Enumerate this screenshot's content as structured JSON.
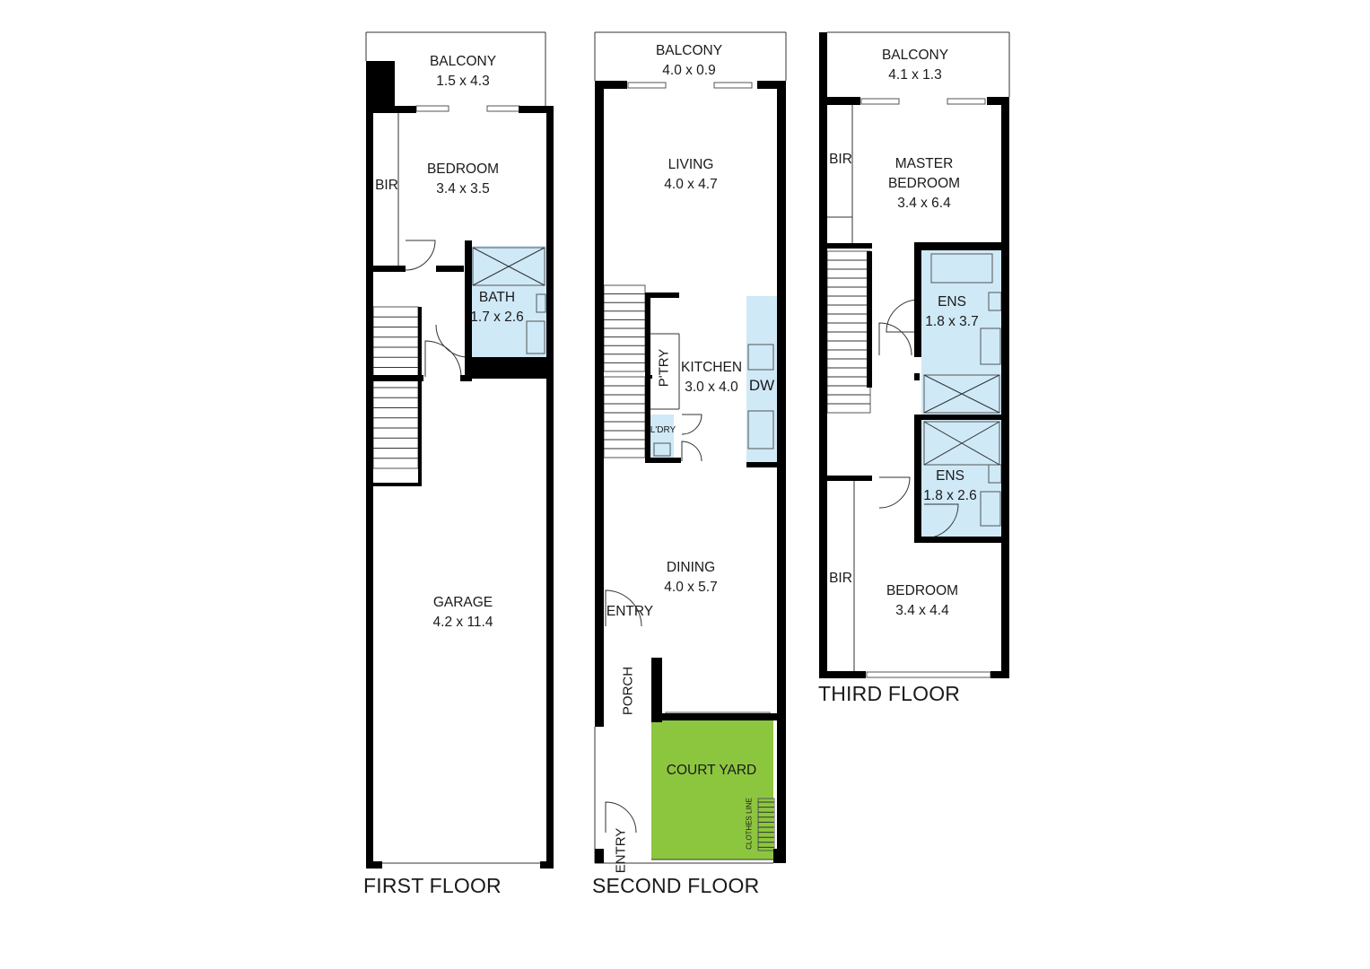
{
  "colors": {
    "wall": "#000000",
    "wet_area": "#cfe9f7",
    "courtyard": "#8cc63f",
    "fixture_line": "#555555"
  },
  "floors": [
    {
      "name": "FIRST FLOOR",
      "rooms": {
        "balcony": {
          "name": "BALCONY",
          "size": "1.5 x 4.3"
        },
        "bedroom": {
          "name": "BEDROOM",
          "size": "3.4 x 3.5"
        },
        "bir": {
          "name": "BIR"
        },
        "bath": {
          "name": "BATH",
          "size": "1.7 x 2.6"
        },
        "garage": {
          "name": "GARAGE",
          "size": "4.2 x 11.4"
        }
      }
    },
    {
      "name": "SECOND FLOOR",
      "rooms": {
        "balcony": {
          "name": "BALCONY",
          "size": "4.0 x 0.9"
        },
        "living": {
          "name": "LIVING",
          "size": "4.0 x 4.7"
        },
        "kitchen": {
          "name": "KITCHEN",
          "size": "3.0 x 4.0"
        },
        "pantry": {
          "name": "P'TRY"
        },
        "laundry": {
          "name": "L'DRY"
        },
        "dw": {
          "name": "DW"
        },
        "dining": {
          "name": "DINING",
          "size": "4.0 x 5.7"
        },
        "entry_upper": {
          "name": "ENTRY"
        },
        "porch": {
          "name": "PORCH"
        },
        "courtyard": {
          "name": "COURT YARD"
        },
        "clothes_line": {
          "name": "CLOTHES LINE"
        },
        "entry_lower": {
          "name": "ENTRY"
        }
      }
    },
    {
      "name": "THIRD FLOOR",
      "rooms": {
        "balcony": {
          "name": "BALCONY",
          "size": "4.1 x 1.3"
        },
        "master_bedroom": {
          "name": "MASTER",
          "name2": "BEDROOM",
          "size": "3.4 x 6.4"
        },
        "bir_upper": {
          "name": "BIR"
        },
        "ens_upper": {
          "name": "ENS",
          "size": "1.8 x 3.7"
        },
        "ens_lower": {
          "name": "ENS",
          "size": "1.8 x 2.6"
        },
        "bedroom": {
          "name": "BEDROOM",
          "size": "3.4 x 4.4"
        },
        "bir_lower": {
          "name": "BIR"
        }
      }
    }
  ]
}
